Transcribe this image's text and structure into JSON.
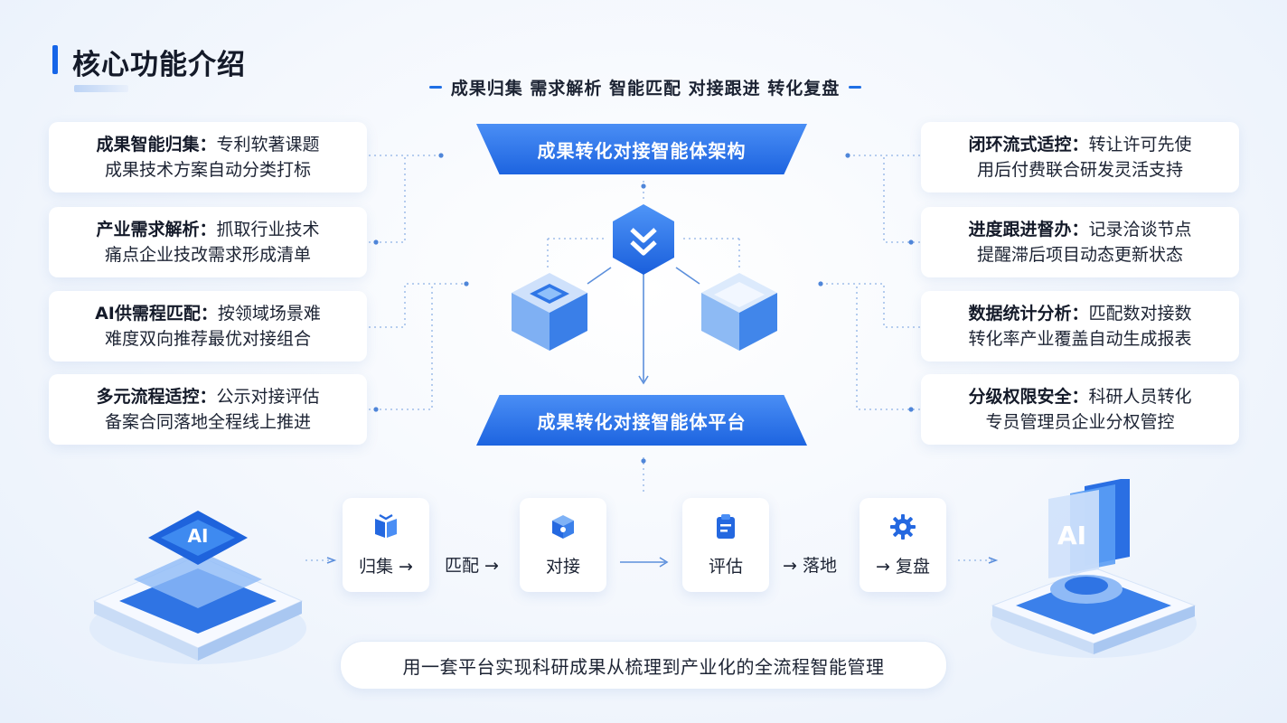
{
  "header": {
    "title": "核心功能介绍",
    "subtitle": "成果归集 需求解析 智能匹配 对接跟进 转化复盘"
  },
  "center": {
    "top_banner": "成果转化对接智能体架构",
    "bottom_banner": "成果转化对接智能体平台",
    "hub_icon": "download-chevrons-icon"
  },
  "left_cards": [
    {
      "title": "成果智能归集：",
      "text_1": "专利软著课题",
      "text_2": "成果技术方案自动分类打标"
    },
    {
      "title": "产业需求解析：",
      "text_1": "抓取行业技术",
      "text_2": "痛点企业技改需求形成清单"
    },
    {
      "title": "AI供需程匹配：",
      "text_1": "按领域场景难",
      "text_2": "难度双向推荐最优对接组合"
    },
    {
      "title": "多元流程适控：",
      "text_1": "公示对接评估",
      "text_2": "备案合同落地全程线上推进"
    }
  ],
  "right_cards": [
    {
      "title": "闭环流式适控：",
      "text_1": "转让许可先使",
      "text_2": "用后付费联合研发灵活支持"
    },
    {
      "title": "进度跟进督办：",
      "text_1": "记录洽谈节点",
      "text_2": "提醒滞后项目动态更新状态"
    },
    {
      "title": "数据统计分析：",
      "text_1": "匹配数对接数",
      "text_2": "转化率产业覆盖自动生成报表"
    },
    {
      "title": "分级权限安全：",
      "text_1": "科研人员转化",
      "text_2": "专员管理员企业分权管控"
    }
  ],
  "flow": {
    "node_1": "归集 →",
    "text_1": "匹配 →",
    "node_2": "对接",
    "node_3": "评估",
    "text_2": "→ 落地",
    "node_4": "→ 复盘",
    "icons": [
      "book-icon",
      "box-icon",
      "clipboard-icon",
      "gear-icon"
    ]
  },
  "illustrations": {
    "left_chip_label": "AI",
    "right_panel_label": "AI"
  },
  "footer": "用一套平台实现科研成果从梳理到产业化的全流程智能管理",
  "colors": {
    "accent": "#1d64e0",
    "accent_light": "#4a8ef5",
    "background": "#f3f7fd"
  }
}
